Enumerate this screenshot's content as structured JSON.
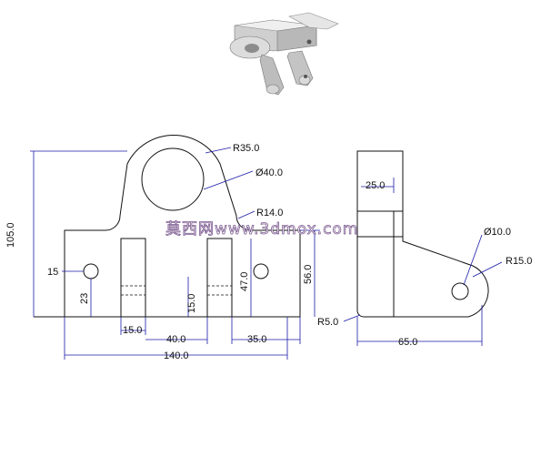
{
  "dimensions": {
    "r35": "R35.0",
    "d40": "Ø40.0",
    "r14": "R14.0",
    "h105": "105.0",
    "h56": "56.0",
    "w15_left": "15",
    "h23": "23",
    "w15_slot": "15.0",
    "h15_slot": "15.0",
    "h47": "47.0",
    "w40": "40.0",
    "w35": "35.0",
    "w140": "140.0",
    "w25": "25.0",
    "d10": "Ø10.0",
    "r15": "R15.0",
    "r5": "R5.0",
    "w65": "65.0"
  },
  "watermark": "莫西网www.3dmox.com",
  "colors": {
    "outline": "#111111",
    "dimension_line": "#1a1aa8",
    "watermark_stroke": "#7b5a8f",
    "part_light": "#e9e9e9",
    "part_mid": "#c9c9c9",
    "part_dark": "#9a9a9a"
  }
}
